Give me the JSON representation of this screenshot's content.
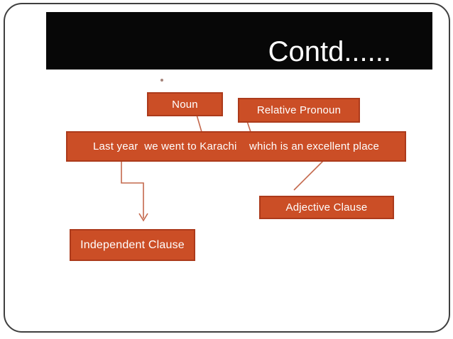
{
  "slide": {
    "title": "Contd......",
    "colors": {
      "title_bar_bg": "#070707",
      "title_text": "#ffffff",
      "box_fill": "#cb4e26",
      "box_border": "#ac3a1b",
      "box_text": "#ffffff",
      "connector": "#c4684c",
      "slide_border": "#3f3f3f",
      "bullet_dot": "#a5837a"
    },
    "boxes": {
      "noun": {
        "label": "Noun"
      },
      "relative_pronoun": {
        "label": "Relative Pronoun"
      },
      "sentence": {
        "label": "Last year  we went to Karachi    which is an excellent place"
      },
      "adjective_clause": {
        "label": "Adjective Clause"
      },
      "independent_clause": {
        "label": "Independent Clause"
      }
    }
  }
}
